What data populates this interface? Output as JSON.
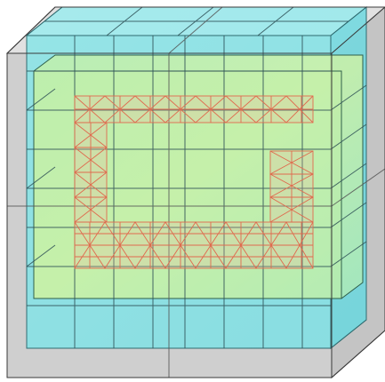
{
  "scene": {
    "subject": "adaptive-mesh-refinement-octree",
    "background_color": "#ffffff",
    "outer_box_color": "#cfcfcf",
    "edge_color": "#2f4f57",
    "cell_colors": {
      "outer": "#7fe3e6",
      "mid": "#a6e8b8",
      "inner": "#d6f59a"
    },
    "mesh_color": "#e06a4e",
    "refinement_levels": 3,
    "ring_shape": "square-torus"
  }
}
